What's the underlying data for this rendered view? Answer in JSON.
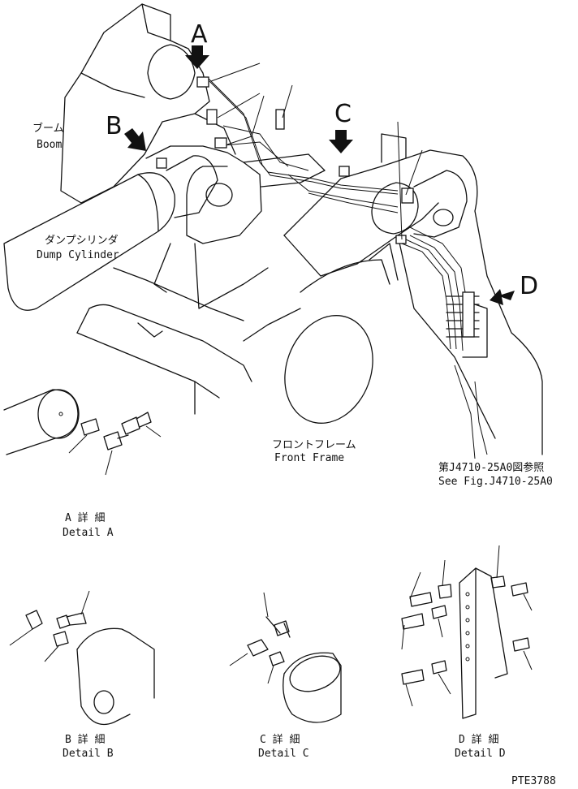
{
  "labels": {
    "boom_jp": "ブーム",
    "boom_en": "Boom",
    "dump_cylinder_jp": "ダンプシリンダ",
    "dump_cylinder_en": "Dump Cylinder",
    "front_frame_jp": "フロントフレーム",
    "front_frame_en": "Front Frame",
    "see_fig_jp": "第J4710-25A0図参照",
    "see_fig_en": "See Fig.J4710-25A0",
    "detail_a_jp": "A 詳 細",
    "detail_a_en": "Detail A",
    "detail_b_jp": "B 詳 細",
    "detail_b_en": "Detail B",
    "detail_c_jp": "C 詳 細",
    "detail_c_en": "Detail C",
    "detail_d_jp": "D 詳 細",
    "detail_d_en": "Detail D",
    "drawing_no": "PTE3788"
  },
  "callouts": {
    "a": "A",
    "b": "B",
    "c": "C",
    "d": "D"
  }
}
